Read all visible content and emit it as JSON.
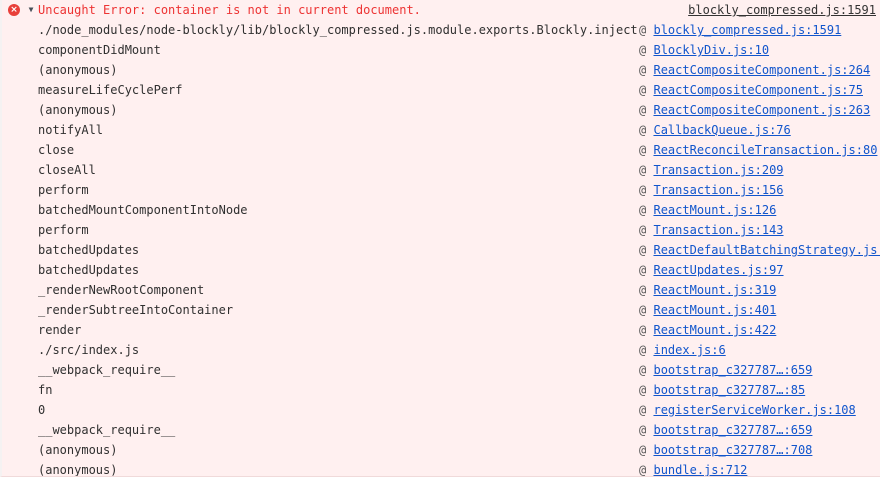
{
  "console": {
    "error": {
      "message": "Uncaught Error: container is not in current document.",
      "source_link": "blockly_compressed.js:1591"
    },
    "icons": {
      "error_circle": "×",
      "expand_arrow": "▼"
    },
    "at_symbol": "@",
    "stack_frames": [
      {
        "fn": "./node_modules/node-blockly/lib/blockly_compressed.js.module.exports.Blockly.inject",
        "link": "blockly_compressed.js:1591"
      },
      {
        "fn": "componentDidMount",
        "link": "BlocklyDiv.js:10"
      },
      {
        "fn": "(anonymous)",
        "link": "ReactCompositeComponent.js:264"
      },
      {
        "fn": "measureLifeCyclePerf",
        "link": "ReactCompositeComponent.js:75"
      },
      {
        "fn": "(anonymous)",
        "link": "ReactCompositeComponent.js:263"
      },
      {
        "fn": "notifyAll",
        "link": "CallbackQueue.js:76"
      },
      {
        "fn": "close",
        "link": "ReactReconcileTransaction.js:80"
      },
      {
        "fn": "closeAll",
        "link": "Transaction.js:209"
      },
      {
        "fn": "perform",
        "link": "Transaction.js:156"
      },
      {
        "fn": "batchedMountComponentIntoNode",
        "link": "ReactMount.js:126"
      },
      {
        "fn": "perform",
        "link": "Transaction.js:143"
      },
      {
        "fn": "batchedUpdates",
        "link": "ReactDefaultBatchingStrategy.js:"
      },
      {
        "fn": "batchedUpdates",
        "link": "ReactUpdates.js:97"
      },
      {
        "fn": "_renderNewRootComponent",
        "link": "ReactMount.js:319"
      },
      {
        "fn": "_renderSubtreeIntoContainer",
        "link": "ReactMount.js:401"
      },
      {
        "fn": "render",
        "link": "ReactMount.js:422"
      },
      {
        "fn": "./src/index.js",
        "link": "index.js:6"
      },
      {
        "fn": "__webpack_require__",
        "link": "bootstrap_c327787…:659"
      },
      {
        "fn": "fn",
        "link": "bootstrap_c327787…:85"
      },
      {
        "fn": "0",
        "link": "registerServiceWorker.js:108"
      },
      {
        "fn": "__webpack_require__",
        "link": "bootstrap_c327787…:659"
      },
      {
        "fn": "(anonymous)",
        "link": "bootstrap_c327787…:708"
      },
      {
        "fn": "(anonymous)",
        "link": "bundle.js:712"
      }
    ],
    "colors": {
      "background": "#fff0f0",
      "error_text": "#ed3333",
      "icon_red": "#e8403a",
      "link_blue": "#1155cc",
      "header_link": "#333333",
      "function_text": "#303030",
      "at_gray": "#565656"
    }
  }
}
